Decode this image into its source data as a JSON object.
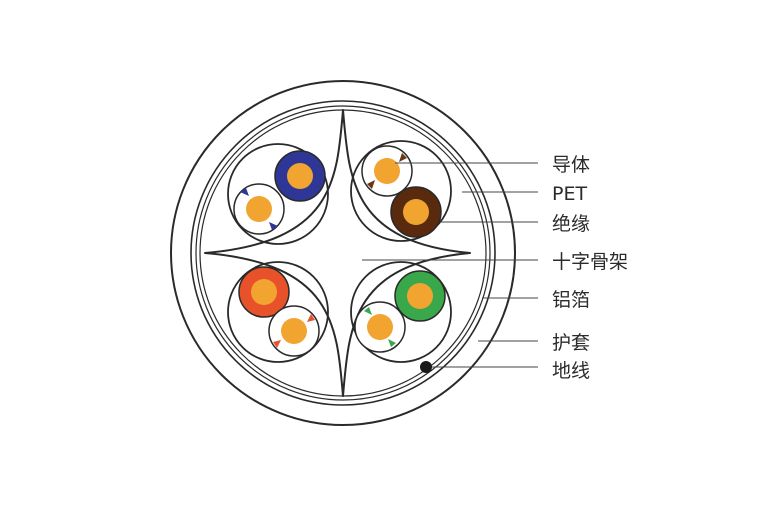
{
  "labels": {
    "conductor": "导体",
    "pet": "PET",
    "insulation": "绝缘",
    "cross_filler": "十字骨架",
    "aluminum_foil": "铝箔",
    "jacket": "护套",
    "ground_wire": "地线"
  },
  "pairs": [
    {
      "name": "blue",
      "color": "#2f3796",
      "stripe": "#2f3796"
    },
    {
      "name": "brown",
      "color": "#5a2a0e",
      "stripe": "#6b3612"
    },
    {
      "name": "orange",
      "color": "#e8522a",
      "stripe": "#e8522a"
    },
    {
      "name": "green",
      "color": "#3aa84a",
      "stripe": "#3aa84a"
    }
  ],
  "colors": {
    "conductor": "#f2a431",
    "outline": "#2a2a2a"
  }
}
